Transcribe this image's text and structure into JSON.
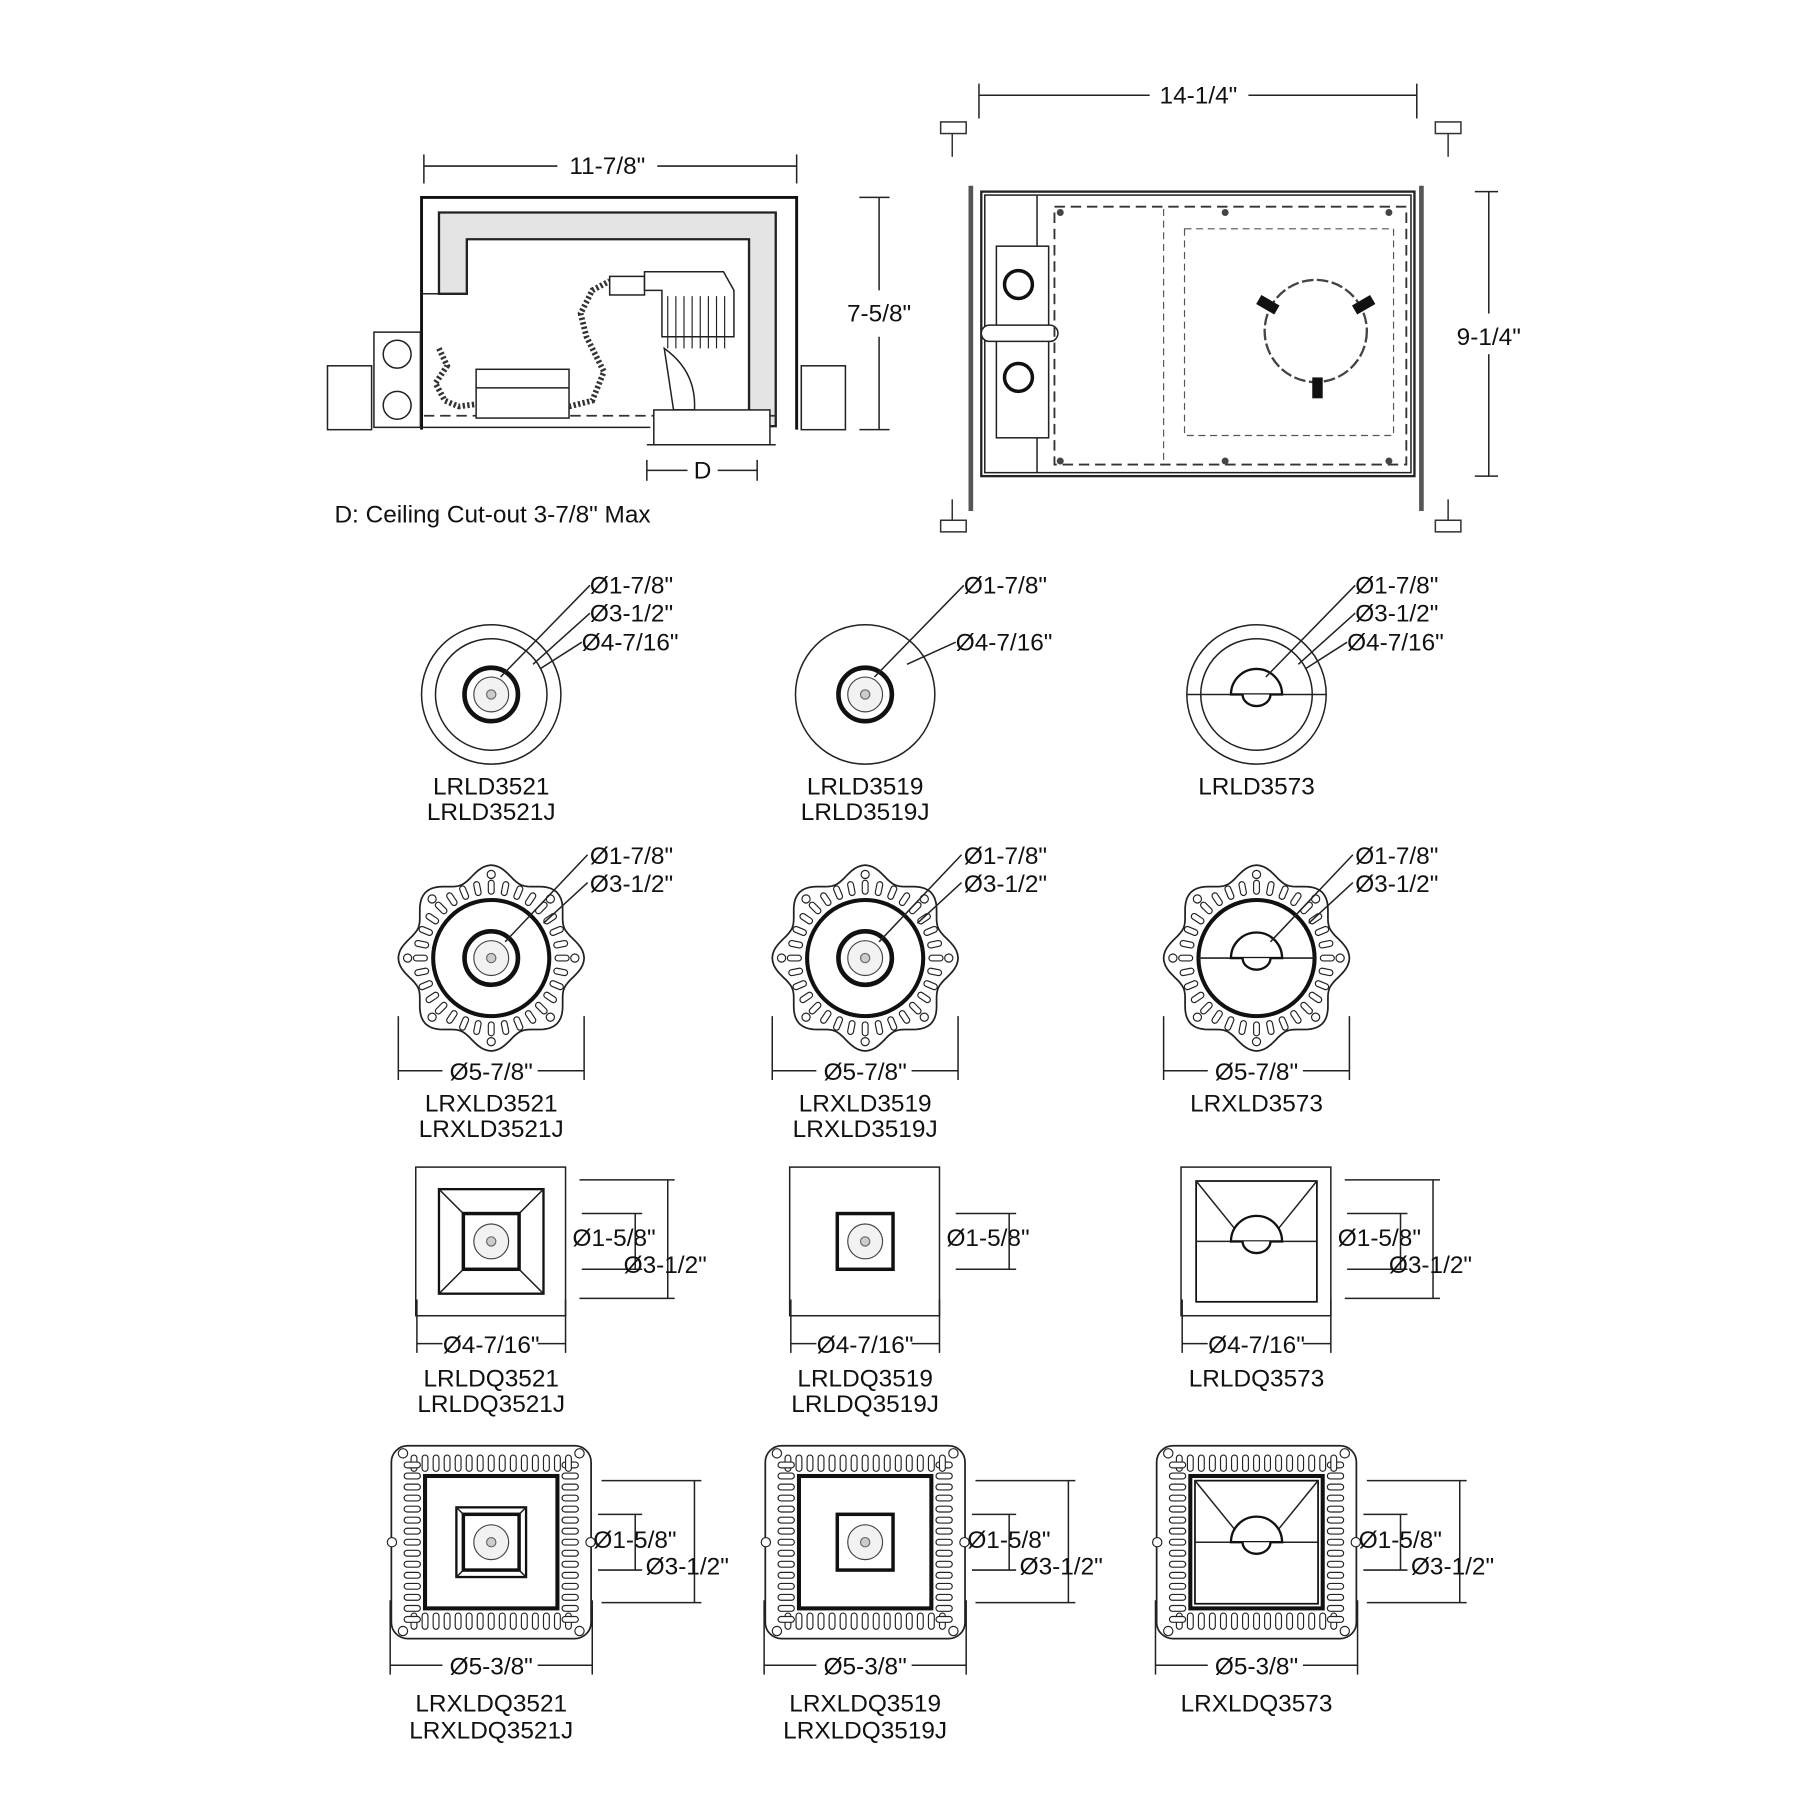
{
  "housing_side": {
    "width_label": "11-7/8\"",
    "height_label": "7-5/8\"",
    "cutout_dim_label": "D",
    "note": "D: Ceiling Cut-out 3-7/8\" Max"
  },
  "housing_top": {
    "width_label": "14-1/4\"",
    "height_label": "9-1/4\""
  },
  "trim_rows": [
    {
      "shape": "round",
      "items": [
        {
          "variant": "pinhole",
          "labels": [
            "Ø1-7/8\"",
            "Ø3-1/2\"",
            "Ø4-7/16\""
          ],
          "models": [
            "LRLD3521",
            "LRLD3521J"
          ]
        },
        {
          "variant": "flat",
          "labels": [
            "Ø1-7/8\"",
            "Ø4-7/16\""
          ],
          "models": [
            "LRLD3519",
            "LRLD3519J"
          ]
        },
        {
          "variant": "wallwash",
          "labels": [
            "Ø1-7/8\"",
            "Ø3-1/2\"",
            "Ø4-7/16\""
          ],
          "models": [
            "LRLD3573"
          ]
        }
      ]
    },
    {
      "shape": "round-flangeless",
      "items": [
        {
          "variant": "pinhole",
          "labels": [
            "Ø1-7/8\"",
            "Ø3-1/2\""
          ],
          "width_label": "Ø5-7/8\"",
          "models": [
            "LRXLD3521",
            "LRXLD3521J"
          ]
        },
        {
          "variant": "flat",
          "labels": [
            "Ø1-7/8\"",
            "Ø3-1/2\""
          ],
          "width_label": "Ø5-7/8\"",
          "models": [
            "LRXLD3519",
            "LRXLD3519J"
          ]
        },
        {
          "variant": "wallwash",
          "labels": [
            "Ø1-7/8\"",
            "Ø3-1/2\""
          ],
          "width_label": "Ø5-7/8\"",
          "models": [
            "LRXLD3573"
          ]
        }
      ]
    },
    {
      "shape": "square",
      "items": [
        {
          "variant": "pinhole",
          "labels": [
            "Ø1-5/8\"",
            "Ø3-1/2\""
          ],
          "width_label": "Ø4-7/16\"",
          "models": [
            "LRLDQ3521",
            "LRLDQ3521J"
          ]
        },
        {
          "variant": "flat",
          "labels": [
            "Ø1-5/8\""
          ],
          "width_label": "Ø4-7/16\"",
          "models": [
            "LRLDQ3519",
            "LRLDQ3519J"
          ]
        },
        {
          "variant": "wallwash",
          "labels": [
            "Ø1-5/8\"",
            "Ø3-1/2\""
          ],
          "width_label": "Ø4-7/16\"",
          "models": [
            "LRLDQ3573"
          ]
        }
      ]
    },
    {
      "shape": "square-flangeless",
      "items": [
        {
          "variant": "pinhole",
          "labels": [
            "Ø1-5/8\"",
            "Ø3-1/2\""
          ],
          "width_label": "Ø5-3/8\"",
          "models": [
            "LRXLDQ3521",
            "LRXLDQ3521J"
          ]
        },
        {
          "variant": "flat",
          "labels": [
            "Ø1-5/8\"",
            "Ø3-1/2\""
          ],
          "width_label": "Ø5-3/8\"",
          "models": [
            "LRXLDQ3519",
            "LRXLDQ3519J"
          ]
        },
        {
          "variant": "wallwash",
          "labels": [
            "Ø1-5/8\"",
            "Ø3-1/2\""
          ],
          "width_label": "Ø5-3/8\"",
          "models": [
            "LRXLDQ3573"
          ]
        }
      ]
    }
  ]
}
